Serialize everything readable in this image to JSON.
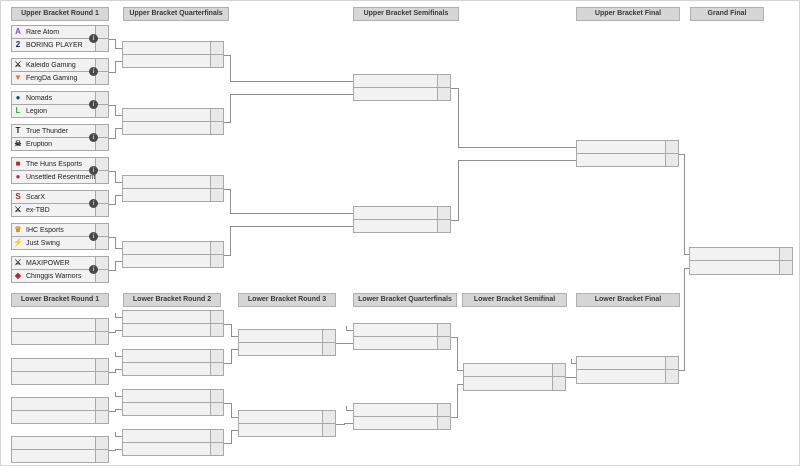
{
  "page": {
    "title": "Double Elimination Bracket"
  },
  "colors": {
    "page_bg": "#ffffff",
    "header_bg": "#d6d6d6",
    "header_border": "#b0b0b0",
    "header_text": "#383838",
    "box_bg": "#f2f2f2",
    "box_border": "#a8a8a8",
    "score_bg": "#e9e9e9",
    "connector_line": "#8f8f8f",
    "info_bg": "#484848"
  },
  "icons": {
    "info_glyph": "i"
  },
  "upper_bracket": {
    "headers": [
      {
        "label": "Upper Bracket Round 1"
      },
      {
        "label": "Upper Bracket Quarterfinals"
      },
      {
        "label": "Upper Bracket Semifinals"
      },
      {
        "label": "Upper Bracket Final"
      },
      {
        "label": "Grand Final"
      }
    ],
    "round1_matches": [
      {
        "teams": [
          {
            "name": "Rare Atom",
            "score": "",
            "logo": {
              "icon": "rare-atom-logo-icon",
              "glyph": "A",
              "color": "#8749c9"
            }
          },
          {
            "name": "BORING PLAYER",
            "score": "",
            "logo": {
              "icon": "boring-player-logo-icon",
              "glyph": "2",
              "color": "#17245f"
            }
          }
        ]
      },
      {
        "teams": [
          {
            "name": "Kaleido Gaming",
            "score": "",
            "logo": {
              "icon": "kaleido-gaming-logo-icon",
              "glyph": "⚔",
              "color": "#1c1c1c"
            }
          },
          {
            "name": "FengDa Gaming",
            "score": "",
            "logo": {
              "icon": "fengda-gaming-logo-icon",
              "glyph": "▼",
              "color": "#ee7518"
            }
          }
        ]
      },
      {
        "teams": [
          {
            "name": "Nomads",
            "score": "",
            "logo": {
              "icon": "nomads-logo-icon",
              "glyph": "●",
              "color": "#1b4f72"
            }
          },
          {
            "name": "Legion",
            "score": "",
            "logo": {
              "icon": "legion-logo-icon",
              "glyph": "L",
              "color": "#2bb441"
            }
          }
        ]
      },
      {
        "teams": [
          {
            "name": "True Thunder",
            "score": "",
            "logo": {
              "icon": "true-thunder-logo-icon",
              "glyph": "T",
              "color": "#1c1c1c"
            }
          },
          {
            "name": "Eruption",
            "score": "",
            "logo": {
              "icon": "eruption-logo-icon",
              "glyph": "☠",
              "color": "#2b2b2b"
            }
          }
        ]
      },
      {
        "teams": [
          {
            "name": "The Huns Esports",
            "score": "",
            "logo": {
              "icon": "the-huns-esports-logo-icon",
              "glyph": "■",
              "color": "#c0262d"
            }
          },
          {
            "name": "Unsettled Resentment",
            "score": "",
            "logo": {
              "icon": "unsettled-resentment-logo-icon",
              "glyph": "●",
              "color": "#b5342a"
            }
          }
        ]
      },
      {
        "teams": [
          {
            "name": "ScarX",
            "score": "",
            "logo": {
              "icon": "scarx-logo-icon",
              "glyph": "S",
              "color": "#c01f1f"
            }
          },
          {
            "name": "ex-TBD",
            "score": "",
            "logo": {
              "icon": "ex-tbd-logo-icon",
              "glyph": "⚔",
              "color": "#1c1c1c"
            }
          }
        ]
      },
      {
        "teams": [
          {
            "name": "IHC Esports",
            "score": "",
            "logo": {
              "icon": "ihc-esports-logo-icon",
              "glyph": "♛",
              "color": "#c9971c"
            }
          },
          {
            "name": "Just Swing",
            "score": "",
            "logo": {
              "icon": "just-swing-logo-icon",
              "glyph": "⚡",
              "color": "#4b2fd6"
            }
          }
        ]
      },
      {
        "teams": [
          {
            "name": "MAXIPOWER",
            "score": "",
            "logo": {
              "icon": "maxipower-logo-icon",
              "glyph": "⚔",
              "color": "#1c1c1c"
            }
          },
          {
            "name": "Chinggis Warriors",
            "score": "",
            "logo": {
              "icon": "chinggis-warriors-logo-icon",
              "glyph": "◆",
              "color": "#b8272e"
            }
          }
        ]
      }
    ]
  },
  "lower_bracket": {
    "headers": [
      {
        "label": "Lower Bracket Round 1"
      },
      {
        "label": "Lower Bracket Round 2"
      },
      {
        "label": "Lower Bracket Round 3"
      },
      {
        "label": "Lower Bracket Quarterfinals"
      },
      {
        "label": "Lower Bracket Semifinal"
      },
      {
        "label": "Lower Bracket Final"
      }
    ]
  }
}
